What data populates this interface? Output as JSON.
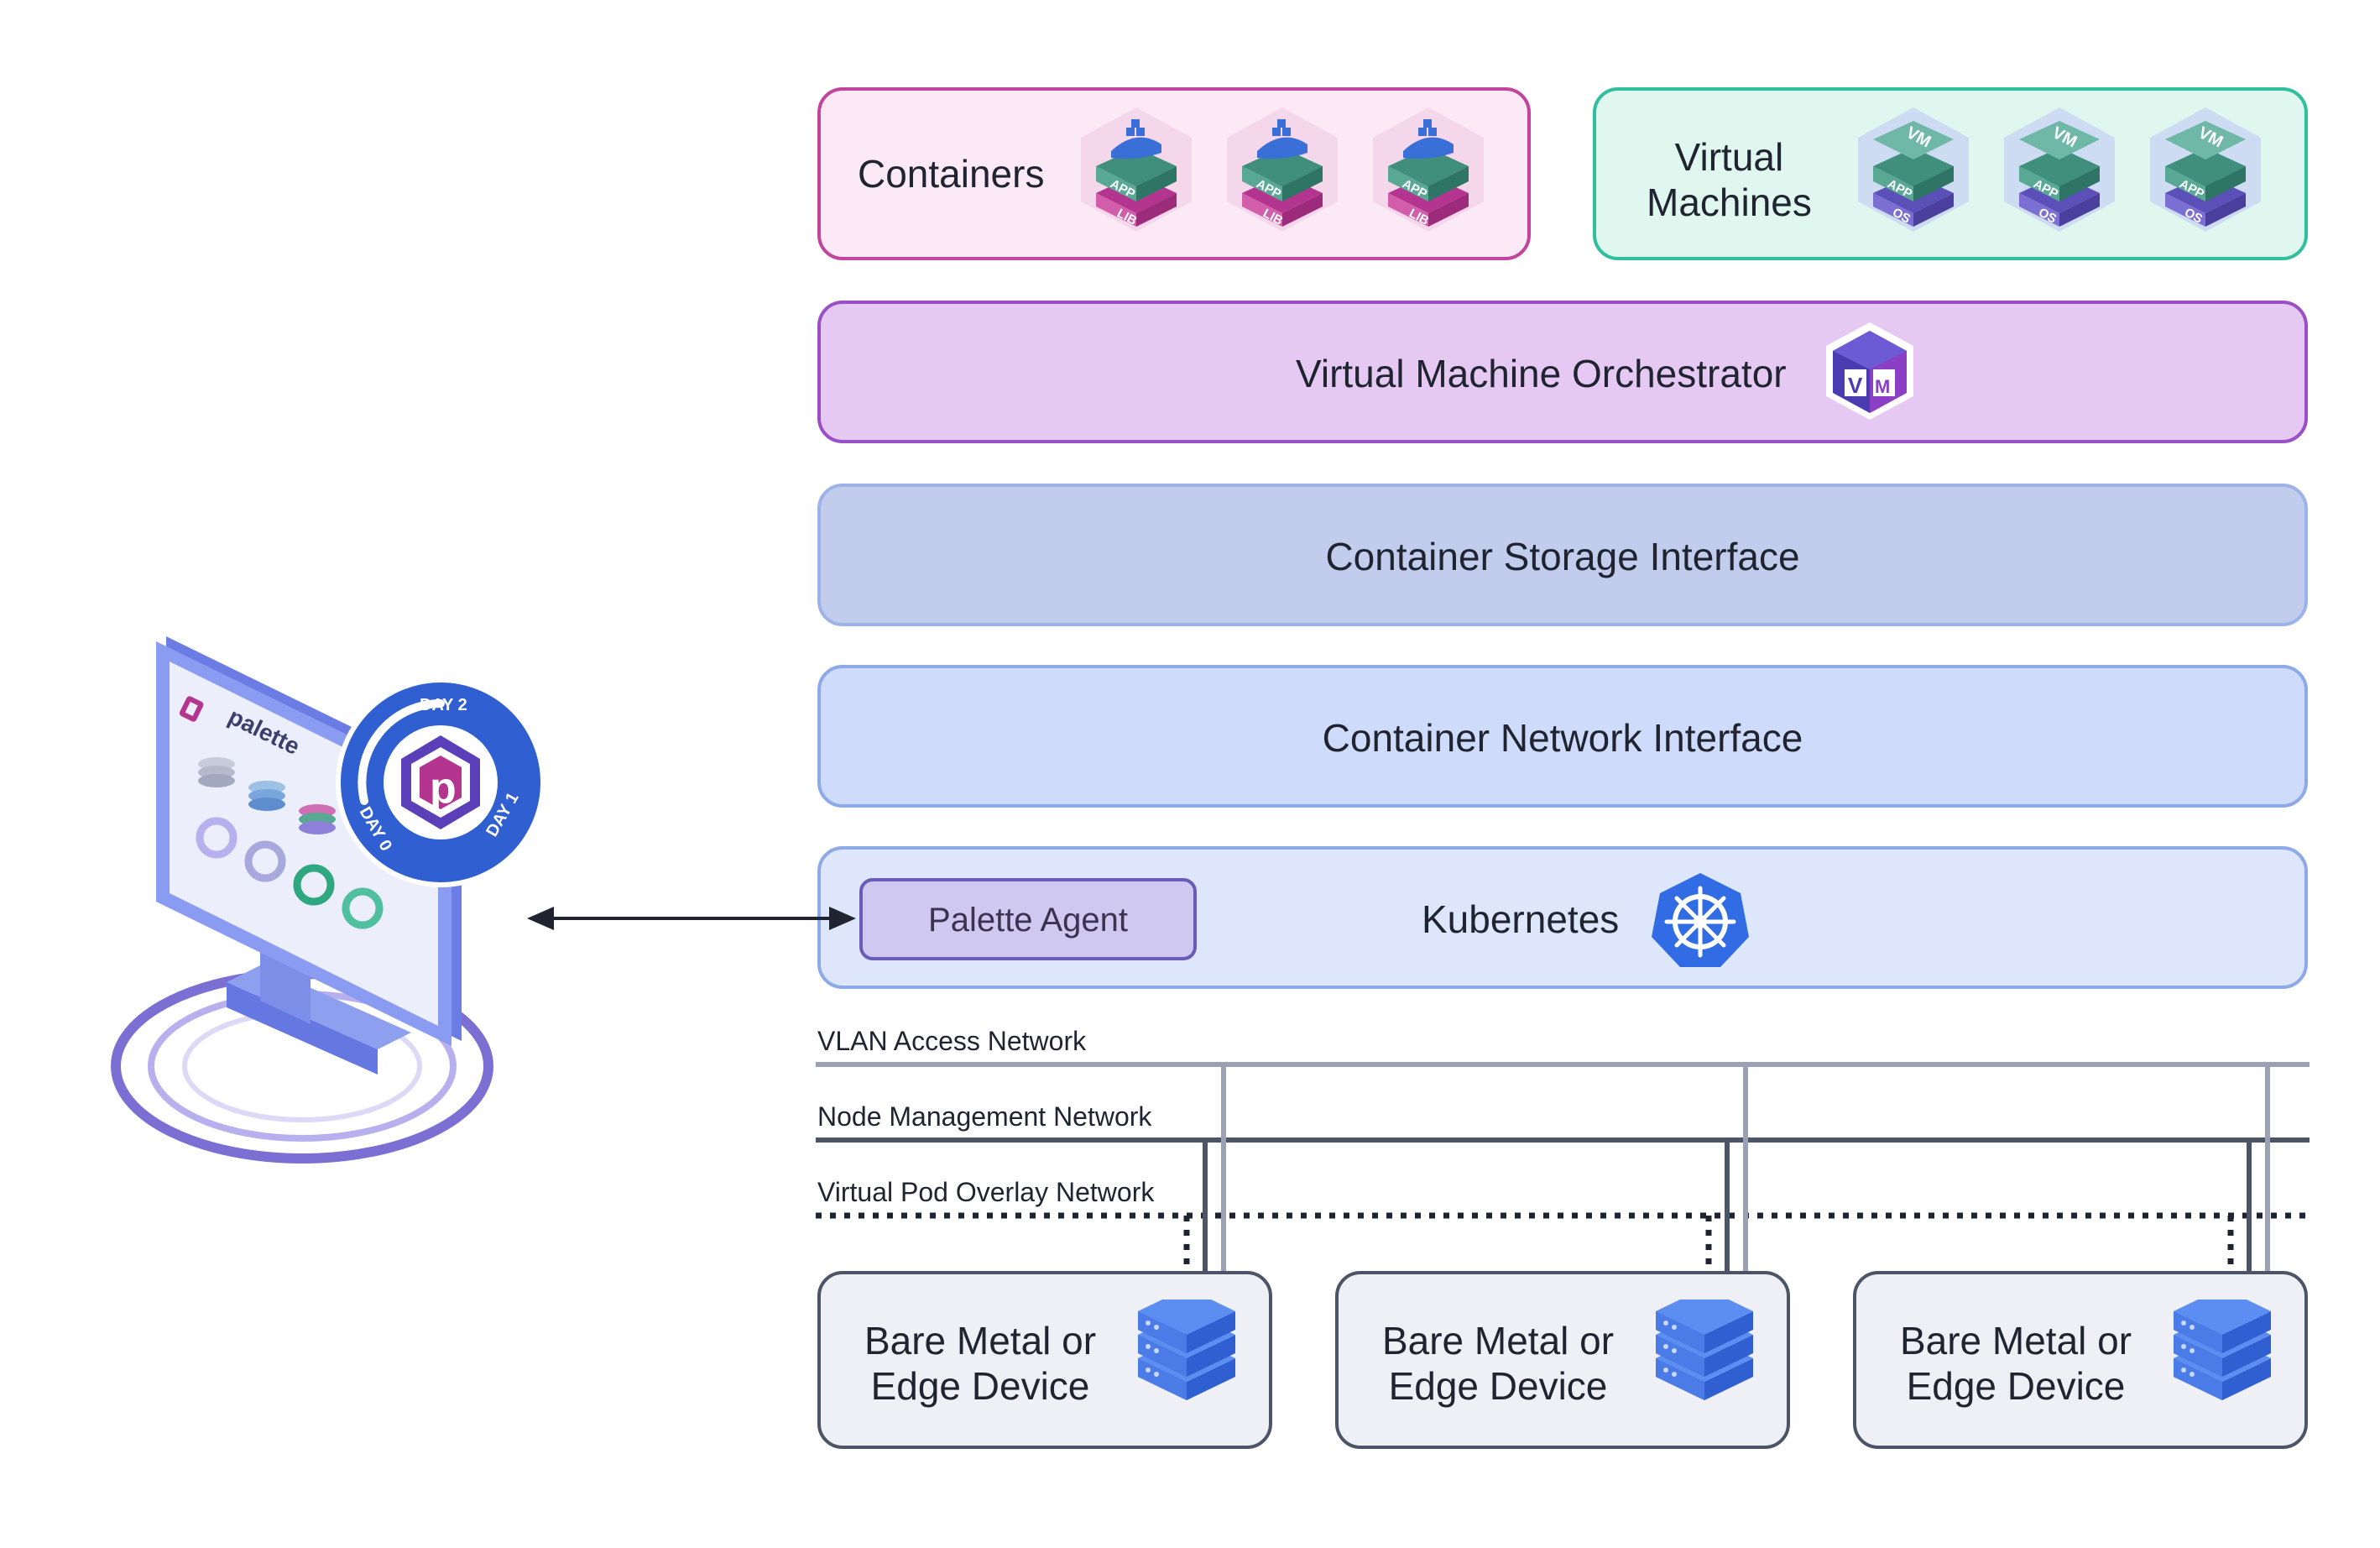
{
  "layers": {
    "containers": {
      "label": "Containers",
      "icon": "container-app-lib-icon",
      "icon_texts": [
        "APP",
        "LIB"
      ],
      "color": "#c2449c",
      "bg": "#fbe9f5"
    },
    "virtual_machines": {
      "label_line1": "Virtual",
      "label_line2": "Machines",
      "icon": "vm-app-os-icon",
      "icon_texts": [
        "VM",
        "APP",
        "OS"
      ],
      "color": "#2fbf9f",
      "bg": "#dff7ef"
    },
    "vmo": {
      "label": "Virtual Machine Orchestrator",
      "icon": "vm-cube-icon",
      "icon_text": "VM",
      "color": "#9b4fc7",
      "bg": "#e6c9f3"
    },
    "csi": {
      "label": "Container Storage Interface",
      "color": "#9db3e8",
      "bg": "#c2cdee"
    },
    "cni": {
      "label": "Container Network Interface",
      "color": "#8ea9e8",
      "bg": "#cfdbfa"
    },
    "kubernetes": {
      "label": "Kubernetes",
      "icon": "kubernetes-helm-icon",
      "color": "#8ea9e8",
      "bg": "#dde6fb"
    },
    "palette_agent": {
      "label": "Palette Agent",
      "color": "#6a5bb8",
      "bg": "#cfc8f1"
    }
  },
  "networks": [
    {
      "label": "VLAN Access Network",
      "color": "#9aa1b2",
      "style": "solid"
    },
    {
      "label": "Node Management Network",
      "color": "#4c5568",
      "style": "solid"
    },
    {
      "label": "Virtual Pod Overlay Network",
      "color": "#1f2430",
      "style": "dotted"
    }
  ],
  "devices": [
    {
      "line1": "Bare Metal or",
      "line2": "Edge Device",
      "icon": "server-stack-icon"
    },
    {
      "line1": "Bare Metal or",
      "line2": "Edge Device",
      "icon": "server-stack-icon"
    },
    {
      "line1": "Bare Metal or",
      "line2": "Edge Device",
      "icon": "server-stack-icon"
    }
  ],
  "monitor": {
    "brand": "palette",
    "badge_labels": [
      "DAY 2",
      "DAY 1",
      "DAY 0"
    ],
    "icon": "palette-monitor-icon",
    "logo_letter": "p"
  },
  "arrow": {
    "icon": "bidirectional-arrow-icon"
  }
}
